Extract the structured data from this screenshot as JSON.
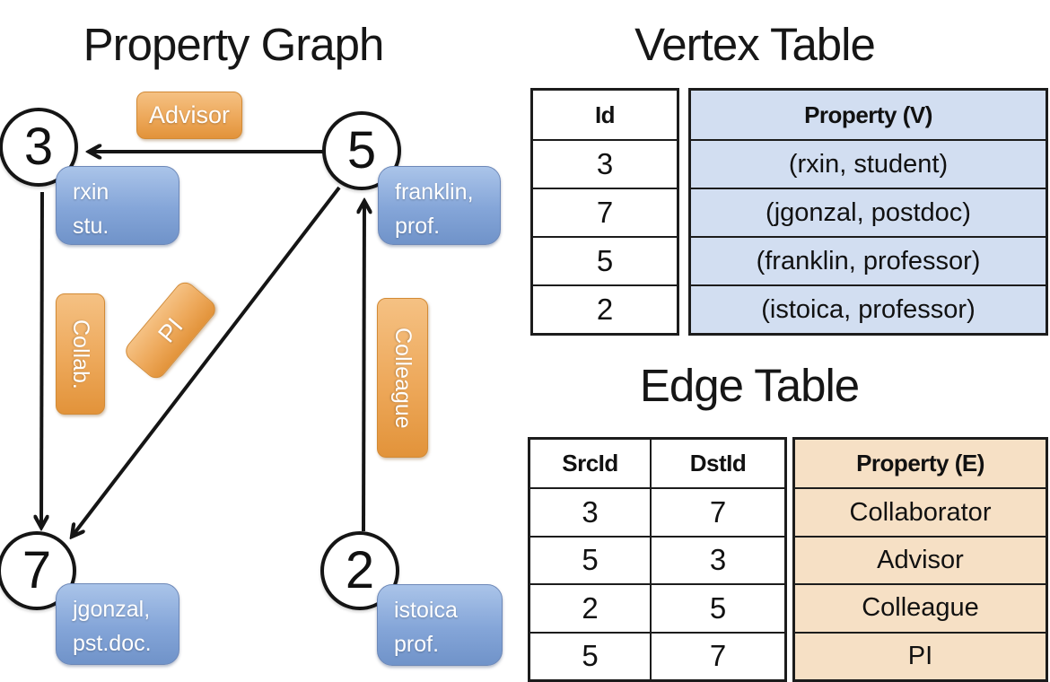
{
  "colors": {
    "node_label_blue": "#7d9fd3",
    "edge_label_orange": "#eda85a",
    "vertex_property_fill": "#d2def1",
    "edge_property_fill": "#f6e0c5",
    "line_black": "#151515"
  },
  "graph": {
    "title": "Property Graph",
    "nodes": [
      {
        "id": "3",
        "property_line1": "rxin",
        "property_line2": "stu."
      },
      {
        "id": "5",
        "property_line1": "franklin,",
        "property_line2": "prof."
      },
      {
        "id": "7",
        "property_line1": "jgonzal,",
        "property_line2": "pst.doc."
      },
      {
        "id": "2",
        "property_line1": "istoica",
        "property_line2": "prof."
      }
    ],
    "edges": [
      {
        "label": "Advisor",
        "src": "5",
        "dst": "3"
      },
      {
        "label": "Collab.",
        "src": "3",
        "dst": "7"
      },
      {
        "label": "PI",
        "src": "5",
        "dst": "7"
      },
      {
        "label": "Colleague",
        "src": "2",
        "dst": "5"
      }
    ]
  },
  "vertex_table": {
    "title": "Vertex Table",
    "col_id": "Id",
    "col_property": "Property (V)",
    "rows": [
      {
        "id": "3",
        "property": "(rxin, student)"
      },
      {
        "id": "7",
        "property": "(jgonzal, postdoc)"
      },
      {
        "id": "5",
        "property": "(franklin, professor)"
      },
      {
        "id": "2",
        "property": "(istoica, professor)"
      }
    ]
  },
  "edge_table": {
    "title": "Edge Table",
    "col_src": "SrcId",
    "col_dst": "DstId",
    "col_property": "Property (E)",
    "rows": [
      {
        "src": "3",
        "dst": "7",
        "property": "Collaborator"
      },
      {
        "src": "5",
        "dst": "3",
        "property": "Advisor"
      },
      {
        "src": "2",
        "dst": "5",
        "property": "Colleague"
      },
      {
        "src": "5",
        "dst": "7",
        "property": "PI"
      }
    ]
  }
}
